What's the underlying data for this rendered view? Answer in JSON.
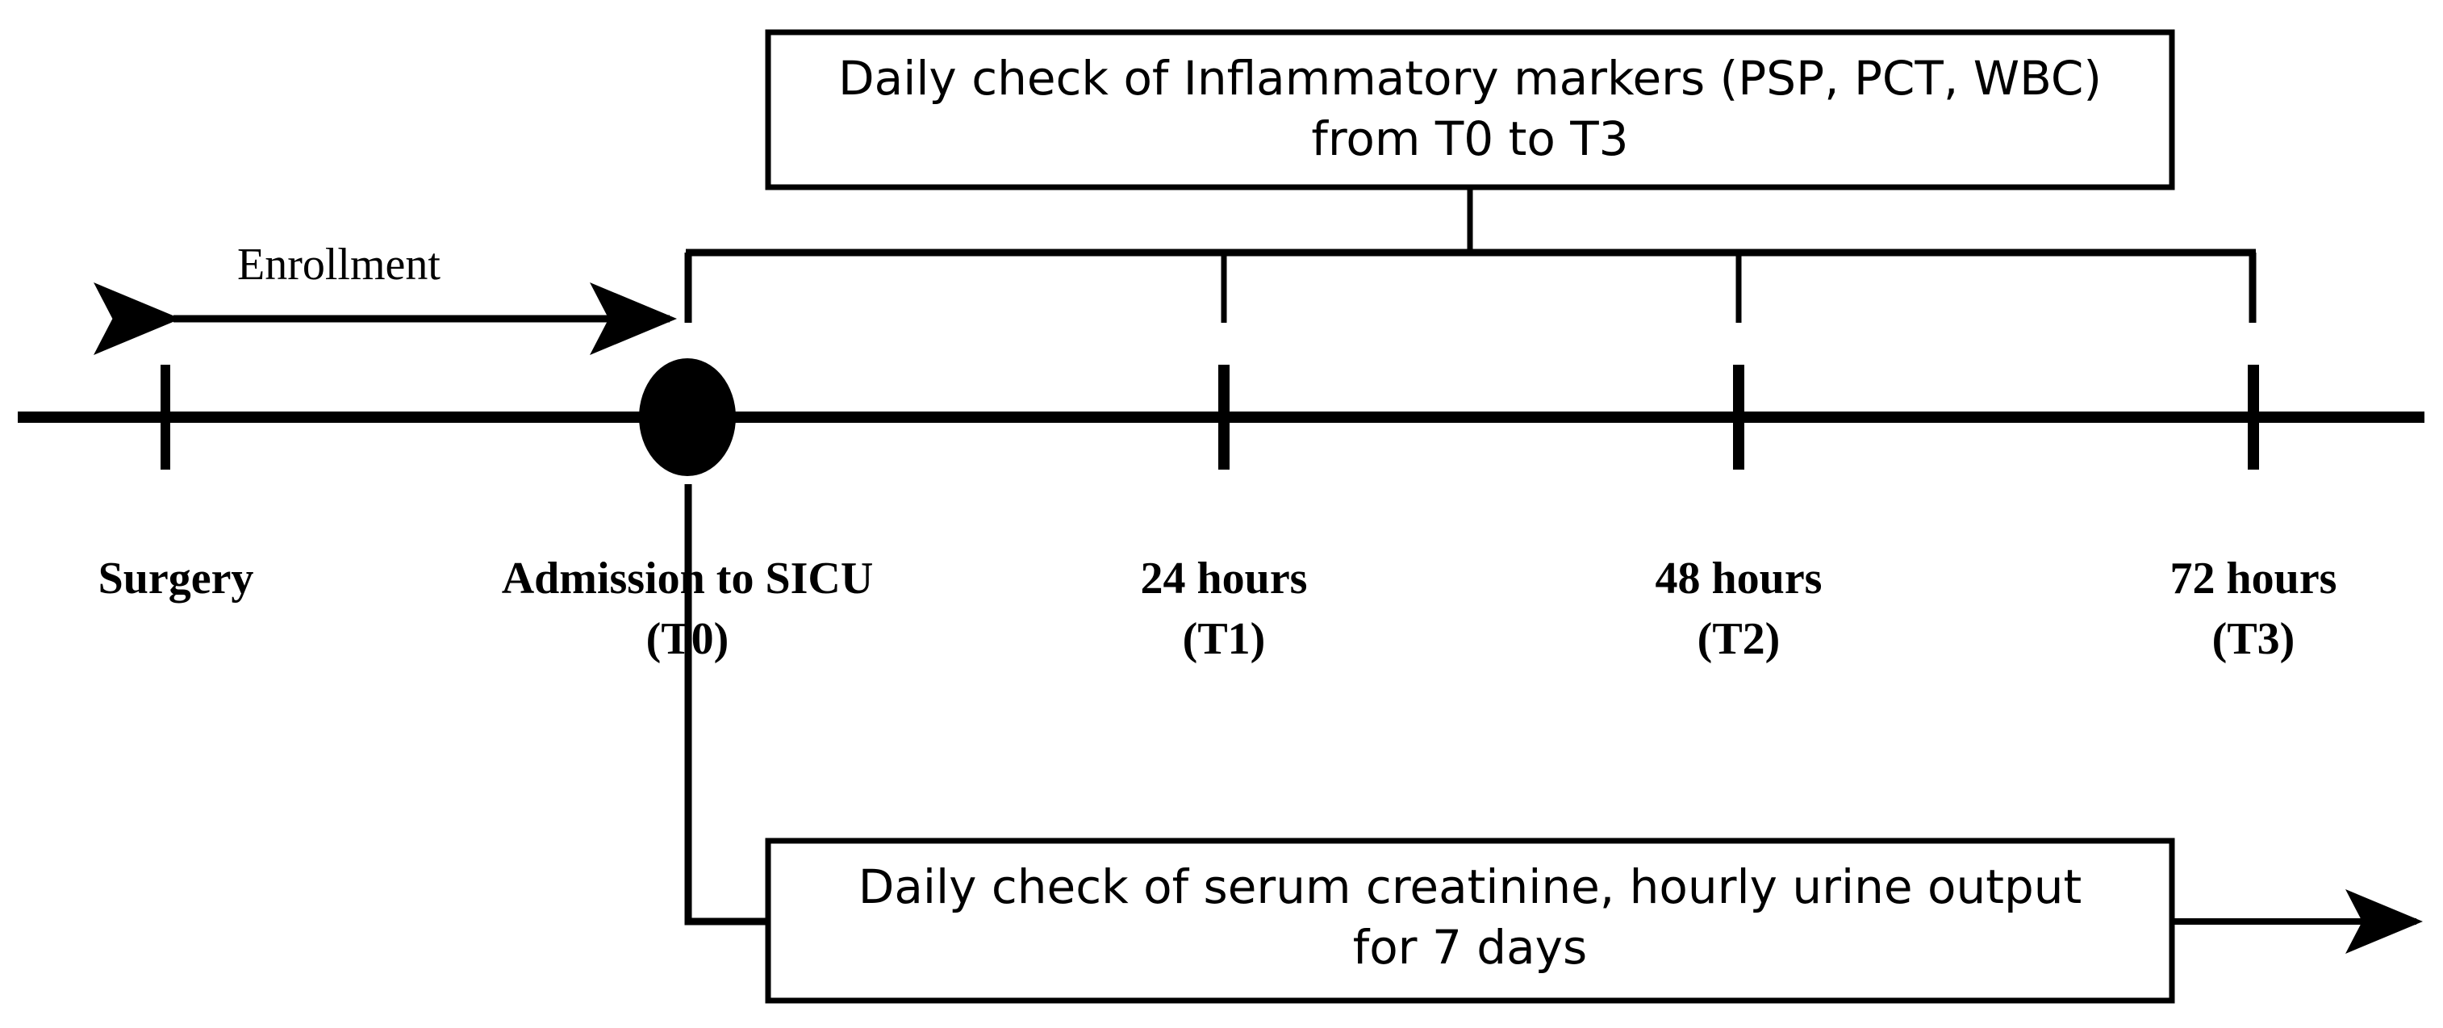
{
  "diagram": {
    "title": "Study timeline of inflammatory marker and renal function monitoring",
    "colors": {
      "ink": "#000000",
      "background": "#ffffff"
    },
    "top_box": {
      "text": "Daily check of Inflammatory markers (PSP, PCT, WBC)\nfrom T0 to T3",
      "line1": "Daily check of Inflammatory markers (PSP, PCT, WBC)",
      "line2": "from T0 to T3"
    },
    "bottom_box": {
      "text": "Daily check of serum creatinine, hourly urine output\nfor 7 days",
      "line1": "Daily check of serum creatinine, hourly urine output",
      "line2": "for 7 days"
    },
    "enrollment": {
      "label": "Enrollment"
    },
    "timeline": {
      "ticks": [
        {
          "id": "surgery",
          "label": "Surgery",
          "sublabel": "",
          "text": "Surgery",
          "marker": "tick"
        },
        {
          "id": "t0",
          "label": "Admission to SICU",
          "sublabel": "(T0)",
          "text": "Admission to SICU\n(T0)",
          "marker": "filled-circle"
        },
        {
          "id": "t1",
          "label": "24 hours",
          "sublabel": "(T1)",
          "text": "24 hours\n(T1)",
          "marker": "tick"
        },
        {
          "id": "t2",
          "label": "48 hours",
          "sublabel": "(T2)",
          "text": "48 hours\n(T2)",
          "marker": "tick"
        },
        {
          "id": "t3",
          "label": "72 hours",
          "sublabel": "(T3)",
          "text": "72 hours\n(T3)",
          "marker": "tick"
        }
      ]
    }
  }
}
